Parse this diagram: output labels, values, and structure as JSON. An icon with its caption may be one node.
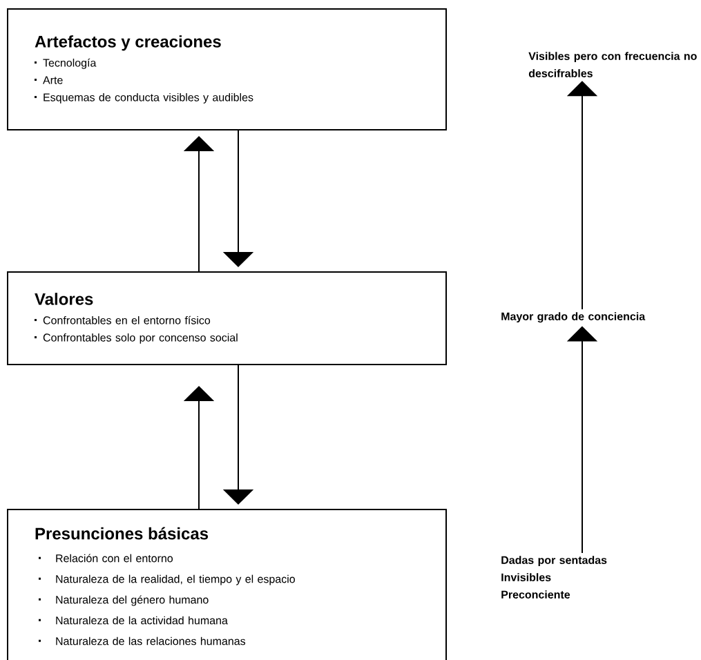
{
  "diagram": {
    "nodes": [
      {
        "text": [
          "Artefactos y creaciones",
          "Tecnología",
          "Arte",
          "Esquemas de conducta visibles y audibles"
        ]
      },
      {
        "text": [
          "Valores",
          "Confrontables en el entorno físico",
          "Confrontables solo por concenso social"
        ]
      },
      {
        "text": [
          "Presunciones básicas",
          "Relación con el entorno",
          "Naturaleza de la realidad, el tiempo y el espacio",
          "Naturaleza del género humano",
          "Naturaleza de la actividad humana",
          "Naturaleza de las relaciones humanas"
        ]
      },
      {
        "text": [
          "Visibles pero con frecuencia no descifrables"
        ]
      },
      {
        "text": [
          "Mayor grado de conciencia"
        ]
      },
      {
        "text": [
          "Dadas por sentadas",
          "Invisibles",
          "Preconciente"
        ]
      }
    ],
    "edges": [
      {
        "from": 1,
        "to": 0,
        "arrow": "to"
      },
      {
        "from": 0,
        "to": 1,
        "arrow": "to"
      },
      {
        "from": 2,
        "to": 1,
        "arrow": "to"
      },
      {
        "from": 1,
        "to": 2,
        "arrow": "to"
      },
      {
        "from": 4,
        "to": 3,
        "arrow": "to"
      },
      {
        "from": 5,
        "to": 4,
        "arrow": "to"
      }
    ]
  }
}
